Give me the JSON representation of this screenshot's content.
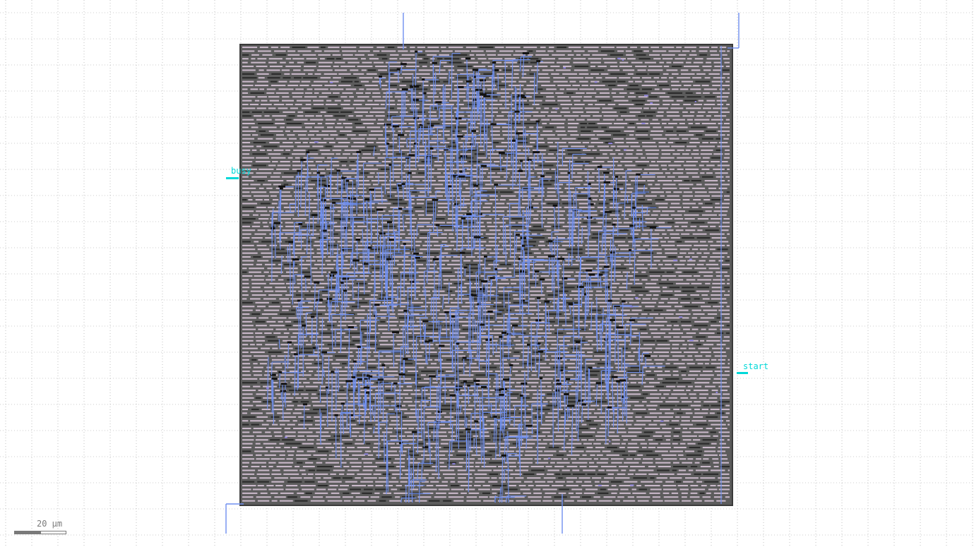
{
  "viewer": {
    "type": "layout-viewer",
    "background_color": "#ffffff",
    "grid_color": "#9a9a9a",
    "grid_visible": true
  },
  "die": {
    "fill_color": "#5c5c5c",
    "border_color": "#3a3a3a",
    "cell_color": "#c9b8c9",
    "route_color": "#6f8ff0",
    "port_color": "#00d8d8"
  },
  "pins": [
    {
      "name": "busy",
      "side": "left"
    },
    {
      "name": "start",
      "side": "right"
    }
  ],
  "scale": {
    "label": "20 µm",
    "value": 20,
    "unit": "µm"
  }
}
